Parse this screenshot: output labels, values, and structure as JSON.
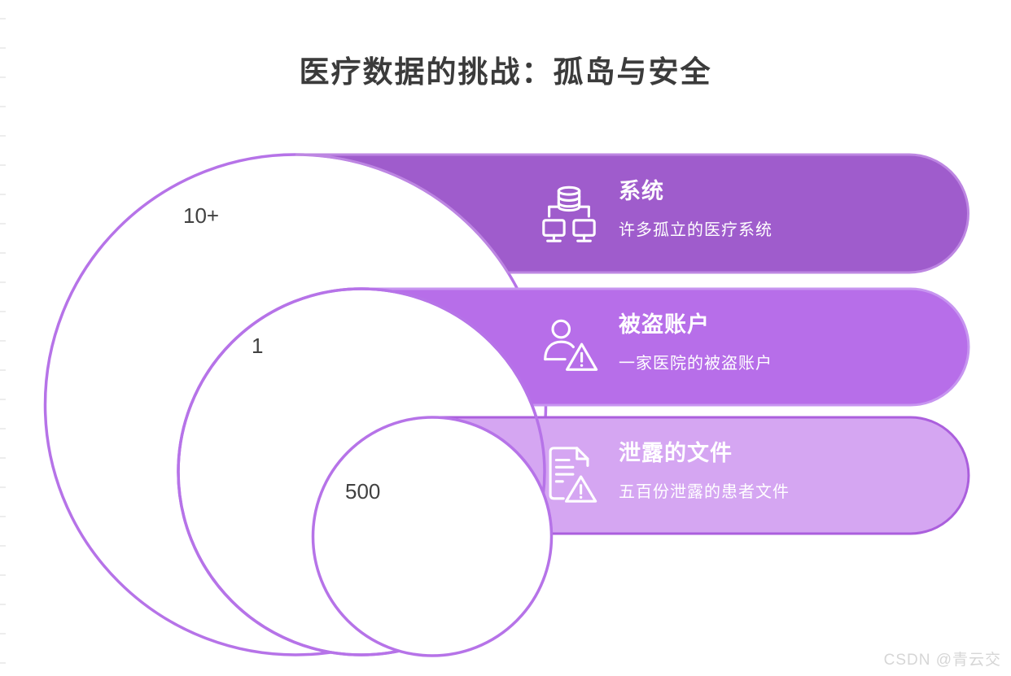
{
  "page": {
    "title": "医疗数据的挑战：孤岛与安全",
    "watermark": "CSDN @青云交"
  },
  "colors": {
    "background": "#ffffff",
    "circle_fill": "#ffffff",
    "circle_stroke": "#b673e8",
    "title_text": "#3b3b3b",
    "ring_label_text": "#414141",
    "bar_text": "#ffffff",
    "watermark_text": "#d6d6d6"
  },
  "rings": [
    {
      "value": "10+",
      "title": "系统",
      "description": "许多孤立的医疗系统",
      "icon": "database-monitors-icon",
      "fill": "#9f5ccc",
      "border": "#bd86e2"
    },
    {
      "value": "1",
      "title": "被盗账户",
      "description": "一家医院的被盗账户",
      "icon": "person-warning-icon",
      "fill": "#b76ee9",
      "border": "#c795f0"
    },
    {
      "value": "500",
      "title": "泄露的文件",
      "description": "五百份泄露的患者文件",
      "icon": "document-warning-icon",
      "fill": "#d5a6f2",
      "border": "#ab5fdd"
    }
  ]
}
